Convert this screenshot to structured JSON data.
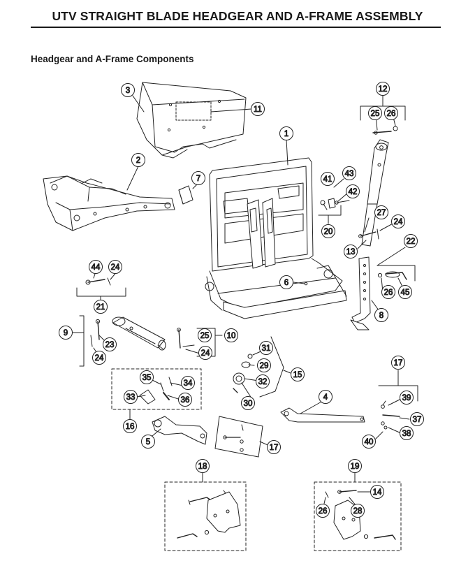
{
  "page": {
    "title": "UTV STRAIGHT BLADE HEADGEAR AND A-FRAME ASSEMBLY",
    "section_heading": "Headgear and A-Frame Components"
  },
  "callouts": [
    "1",
    "2",
    "3",
    "4",
    "5",
    "6",
    "7",
    "8",
    "9",
    "10",
    "11",
    "12",
    "13",
    "14",
    "15",
    "16",
    "17",
    "17",
    "18",
    "19",
    "20",
    "21",
    "22",
    "23",
    "24",
    "24",
    "24",
    "24",
    "25",
    "25",
    "26",
    "26",
    "26",
    "27",
    "28",
    "29",
    "30",
    "31",
    "32",
    "33",
    "34",
    "35",
    "36",
    "37",
    "38",
    "39",
    "40",
    "41",
    "42",
    "43",
    "44",
    "45"
  ]
}
